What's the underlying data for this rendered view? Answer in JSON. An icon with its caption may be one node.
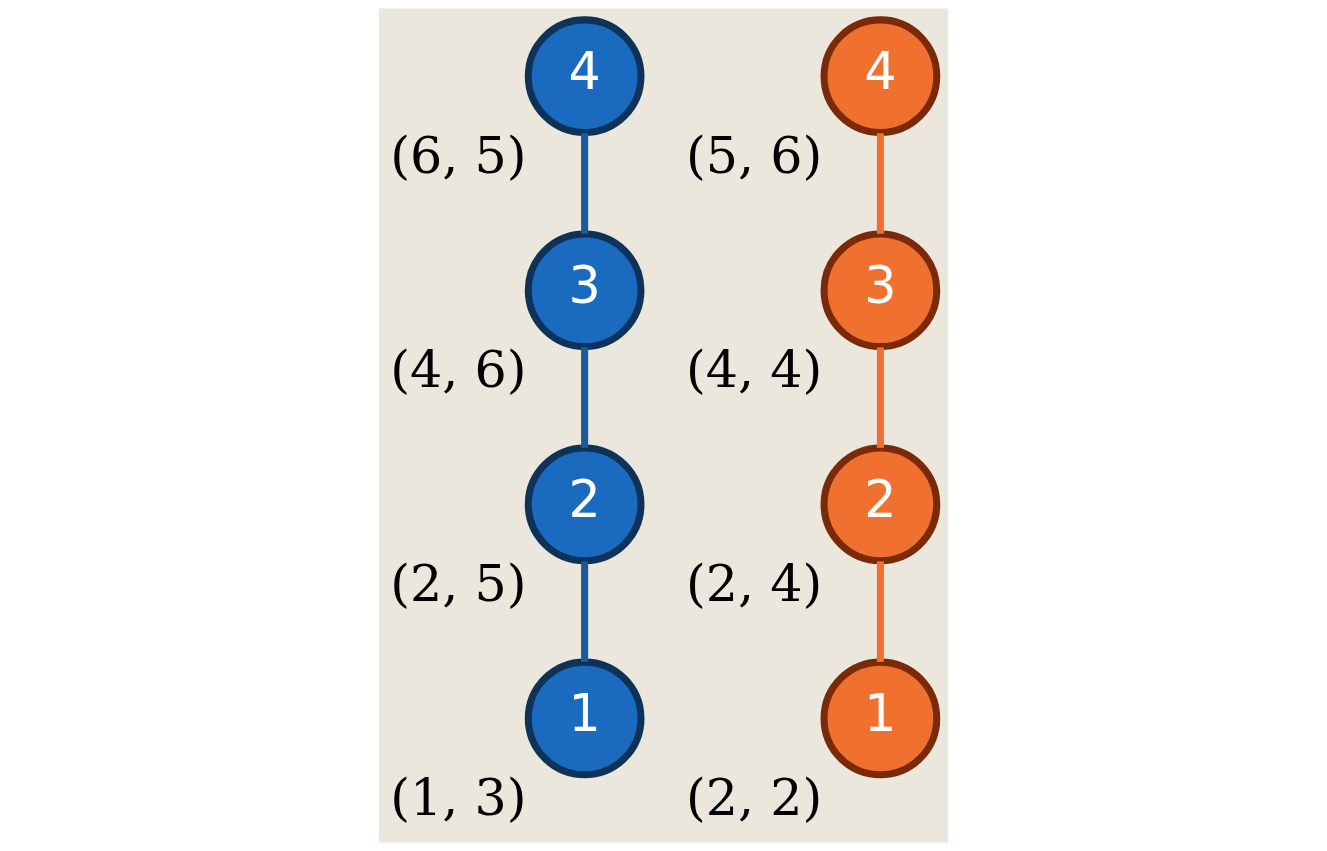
{
  "diagram": {
    "nodes": [
      {
        "text": [
          "3"
        ],
        "beside": [
          "(4, 6)"
        ]
      },
      {
        "text": [
          "4"
        ],
        "beside": [
          "(5, 6)"
        ]
      },
      {
        "text": [
          "2"
        ],
        "beside": [
          "(2, 5)"
        ]
      },
      {
        "text": [
          "4"
        ],
        "beside": [
          "(6, 5)"
        ]
      },
      {
        "text": [
          "2"
        ],
        "beside": [
          "(2, 4)"
        ]
      },
      {
        "text": [
          "3"
        ],
        "beside": [
          "(4, 4)"
        ]
      },
      {
        "text": [
          "1"
        ],
        "beside": [
          "(1, 3)"
        ]
      },
      {
        "text": [
          "1"
        ],
        "beside": [
          "(2, 2)"
        ]
      }
    ],
    "edges": [
      {
        "from": 6,
        "to": 2,
        "arrow": "none",
        "color": "#1a5a9a"
      },
      {
        "from": 2,
        "to": 0,
        "arrow": "none",
        "color": "#1a5a9a"
      },
      {
        "from": 0,
        "to": 3,
        "arrow": "none",
        "color": "#1a5a9a"
      },
      {
        "from": 7,
        "to": 4,
        "arrow": "none",
        "color": "#f07030"
      },
      {
        "from": 4,
        "to": 5,
        "arrow": "none",
        "color": "#f07030"
      },
      {
        "from": 5,
        "to": 1,
        "arrow": "none",
        "color": "#f07030"
      }
    ]
  }
}
